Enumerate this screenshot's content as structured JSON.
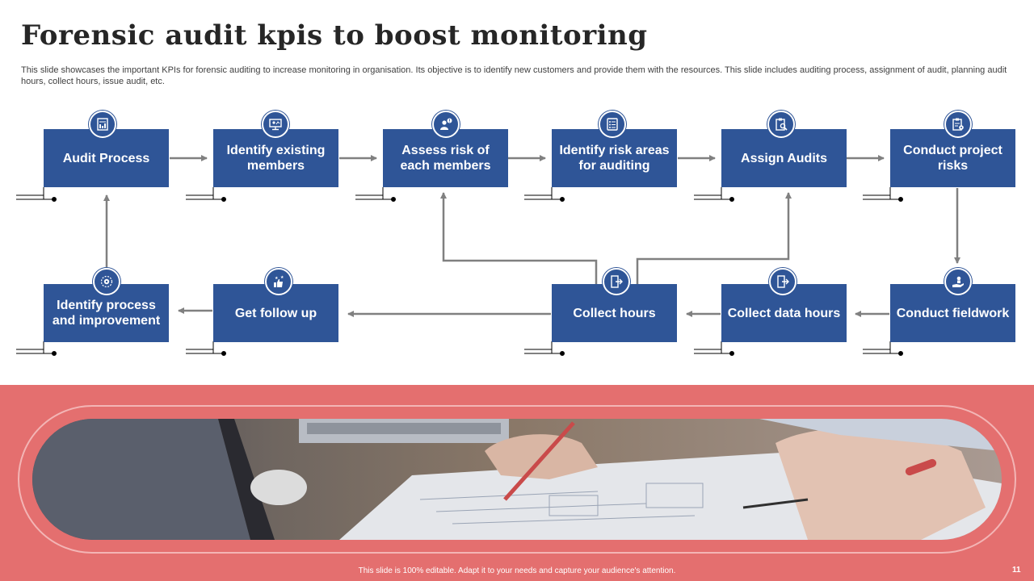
{
  "title": "Forensic audit kpis to boost monitoring",
  "subtitle": "This slide showcases the important KPIs for forensic auditing to increase monitoring in organisation. Its objective is to identify new customers and provide them with the resources. This slide includes auditing process, assignment of audit, planning audit hours, collect hours, issue audit, etc.",
  "steps": {
    "audit_process": "Audit Process",
    "identify_existing": "Identify existing members",
    "assess_risk": "Assess risk of each members",
    "identify_risk_areas": "Identify risk areas for auditing",
    "assign_audits": "Assign Audits",
    "conduct_project_risks": "Conduct project risks",
    "conduct_fieldwork": "Conduct fieldwork",
    "collect_data_hours": "Collect data hours",
    "collect_hours": "Collect hours",
    "get_follow_up": "Get follow up",
    "identify_process": "Identify process and improvement"
  },
  "icons": {
    "audit_process": "document-chart-icon",
    "identify_existing": "monitor-person-icon",
    "assess_risk": "person-speech-icon",
    "identify_risk_areas": "checklist-icon",
    "assign_audits": "clipboard-magnifier-icon",
    "conduct_project_risks": "clipboard-gear-icon",
    "conduct_fieldwork": "hand-person-icon",
    "collect_data_hours": "door-exit-icon",
    "collect_hours": "door-exit-icon",
    "get_follow_up": "thumbs-stars-icon",
    "identify_process": "gear-cycle-icon"
  },
  "colors": {
    "box": "#2f5597",
    "arrow": "#808080",
    "banner": "#e46f6f",
    "title": "#262626"
  },
  "footer": "This slide is 100% editable. Adapt it to your needs and capture your audience's attention.",
  "page_number": "11"
}
